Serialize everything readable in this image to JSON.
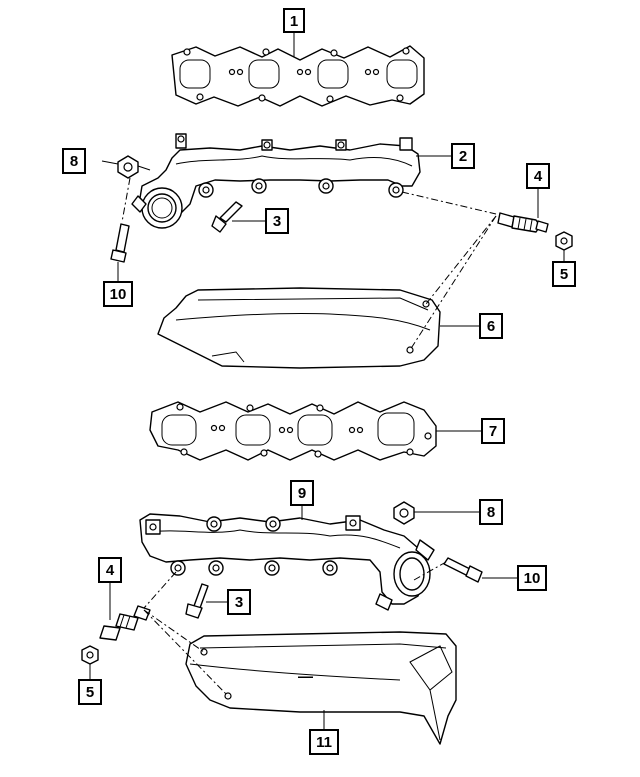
{
  "callouts": {
    "c1": "1",
    "c2": "2",
    "c3a": "3",
    "c4a": "4",
    "c5a": "5",
    "c6": "6",
    "c7": "7",
    "c8a": "8",
    "c9": "9",
    "c8b": "8",
    "c10a": "10",
    "c10b": "10",
    "c4b": "4",
    "c3b": "3",
    "c5b": "5",
    "c11": "11"
  }
}
